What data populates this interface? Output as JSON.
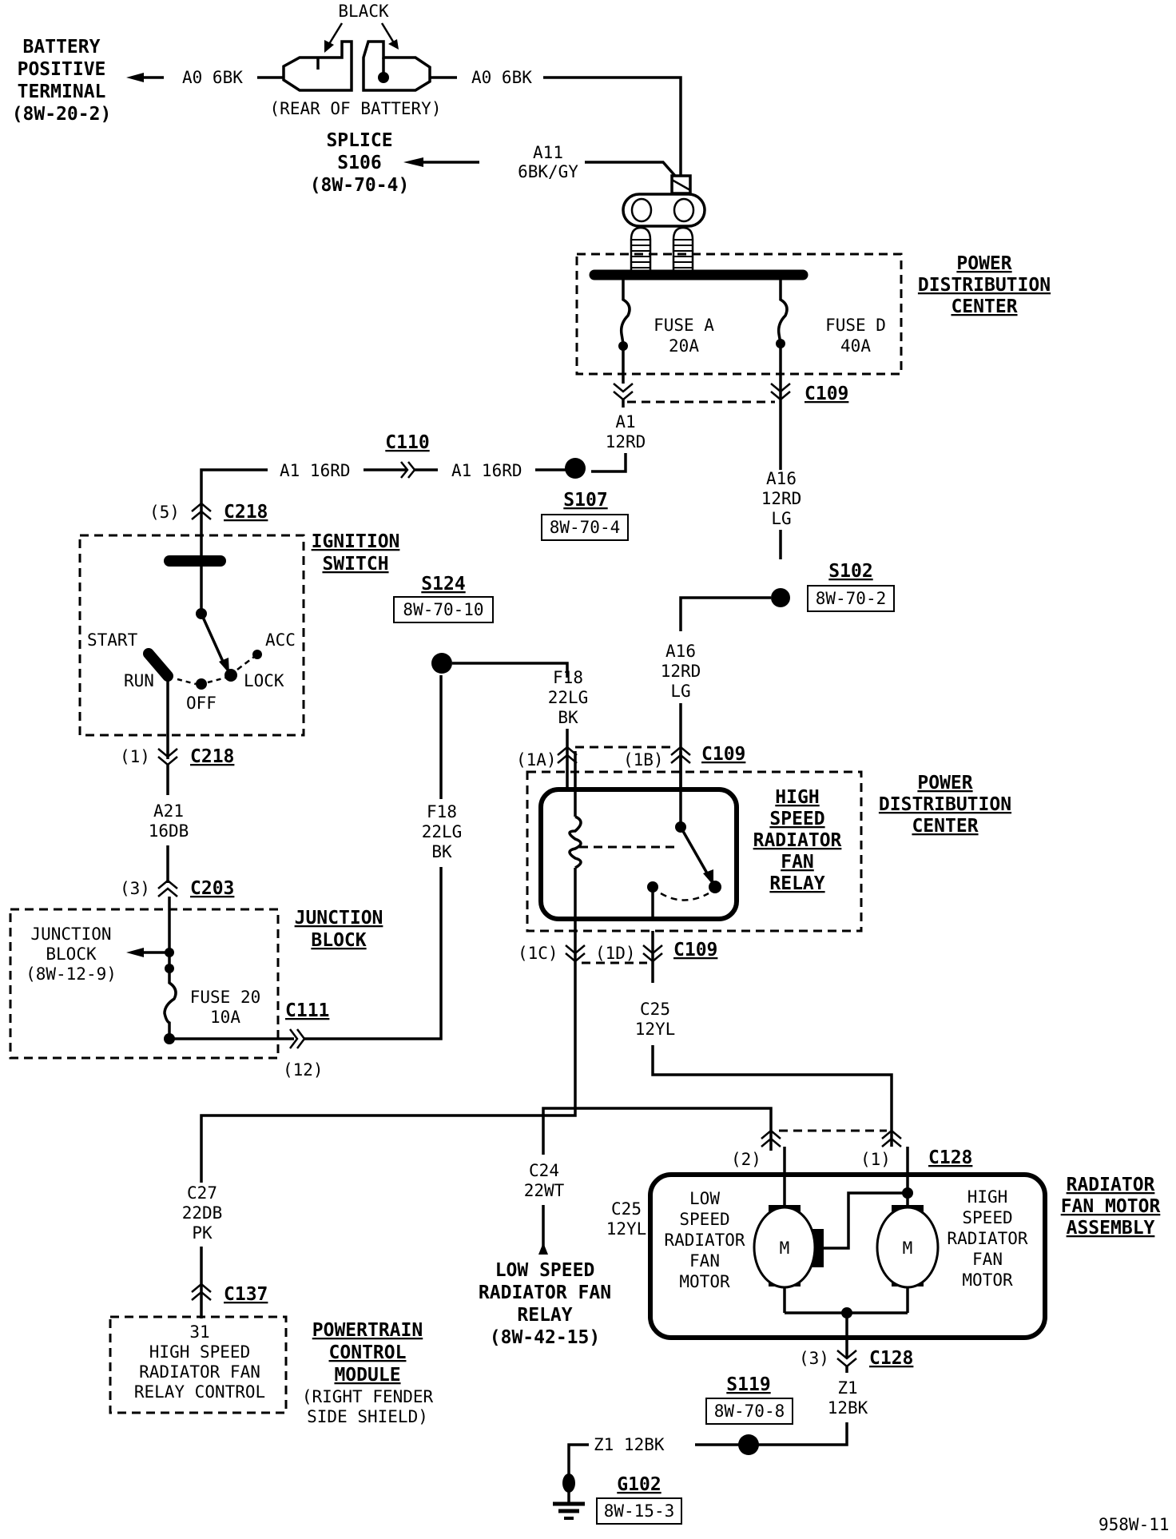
{
  "diagram": {
    "title": "High Speed Radiator Fan Circuit",
    "figure_id": "958W-11",
    "battery": {
      "label_lines": [
        "BATTERY",
        "POSITIVE",
        "TERMINAL",
        "(8W-20-2)"
      ],
      "wire_left": "A0 6BK",
      "wire_right": "A0 6BK",
      "color_callout": "BLACK",
      "caption": "(REAR OF BATTERY)"
    },
    "splice_s106": {
      "label_lines": [
        "SPLICE",
        "S106",
        "(8W-70-4)"
      ],
      "wire_lines": [
        "A11",
        "6BK/GY"
      ]
    },
    "pdc_top": {
      "label_lines": [
        "POWER",
        "DISTRIBUTION",
        "CENTER"
      ],
      "fuse_a": [
        "FUSE A",
        "20A"
      ],
      "fuse_d": [
        "FUSE D",
        "40A"
      ],
      "connector": "C109"
    },
    "wires": {
      "a1_12rd": [
        "A1",
        "12RD"
      ],
      "a16_upper": [
        "A16",
        "12RD",
        "LG"
      ],
      "a16_lower": [
        "A16",
        "12RD",
        "LG"
      ],
      "a1_16rd_left": "A1 16RD",
      "a1_16rd_right": "A1 16RD",
      "f18_upper": [
        "F18",
        "22LG",
        "BK"
      ],
      "f18_left": [
        "F18",
        "22LG",
        "BK"
      ],
      "a21": [
        "A21",
        "16DB"
      ],
      "c25_upper": [
        "C25",
        "12YL"
      ],
      "c25_lower": [
        "C25",
        "12YL"
      ],
      "c24": [
        "C24",
        "22WT"
      ],
      "c27": [
        "C27",
        "22DB",
        "PK"
      ],
      "z1_vertical": [
        "Z1",
        "12BK"
      ],
      "z1_horizontal": "Z1 12BK"
    },
    "splices": {
      "s107": {
        "name": "S107",
        "ref": "8W-70-4"
      },
      "s102": {
        "name": "S102",
        "ref": "8W-70-2"
      },
      "s124": {
        "name": "S124",
        "ref": "8W-70-10"
      },
      "s119": {
        "name": "S119",
        "ref": "8W-70-8"
      },
      "g102": {
        "name": "G102",
        "ref": "8W-15-3"
      }
    },
    "connectors": {
      "c110": "C110",
      "c218_top": "C218",
      "c218_top_pin": "(5)",
      "c218_bottom": "C218",
      "c218_bottom_pin": "(1)",
      "c203": "C203",
      "c203_pin": "(3)",
      "c111": "C111",
      "c111_pin": "(12)",
      "c109_relay_top": "C109",
      "pin_1a": "(1A)",
      "pin_1b": "(1B)",
      "c109_relay_bottom": "C109",
      "pin_1c": "(1C)",
      "pin_1d": "(1D)",
      "c128_top": "C128",
      "pin_2": "(2)",
      "pin_1": "(1)",
      "c128_bottom": "C128",
      "pin_3": "(3)",
      "c137": "C137"
    },
    "ignition": {
      "label_lines": [
        "IGNITION",
        "SWITCH"
      ],
      "positions": {
        "start": "START",
        "run": "RUN",
        "off": "OFF",
        "lock": "LOCK",
        "acc": "ACC"
      }
    },
    "junction_block": {
      "label_lines": [
        "JUNCTION",
        "BLOCK"
      ],
      "ref_lines": [
        "JUNCTION",
        "BLOCK",
        "(8W-12-9)"
      ],
      "fuse": [
        "FUSE 20",
        "10A"
      ]
    },
    "relay": {
      "label_lines": [
        "HIGH",
        "SPEED",
        "RADIATOR",
        "FAN",
        "RELAY"
      ],
      "pdc_label_lines": [
        "POWER",
        "DISTRIBUTION",
        "CENTER"
      ]
    },
    "low_speed_relay_ref": [
      "LOW SPEED",
      "RADIATOR FAN",
      "RELAY",
      "(8W-42-15)"
    ],
    "motor_assembly": {
      "label_lines": [
        "RADIATOR",
        "FAN MOTOR",
        "ASSEMBLY"
      ],
      "low_motor": [
        "LOW",
        "SPEED",
        "RADIATOR",
        "FAN",
        "MOTOR"
      ],
      "high_motor": [
        "HIGH",
        "SPEED",
        "RADIATOR",
        "FAN",
        "MOTOR"
      ],
      "motor_symbol": "M"
    },
    "pcm": {
      "label_lines": [
        "POWERTRAIN",
        "CONTROL",
        "MODULE"
      ],
      "location_lines": [
        "(RIGHT FENDER",
        "SIDE SHIELD)"
      ],
      "pin_lines": [
        "31",
        "HIGH SPEED",
        "RADIATOR FAN",
        "RELAY CONTROL"
      ]
    }
  }
}
